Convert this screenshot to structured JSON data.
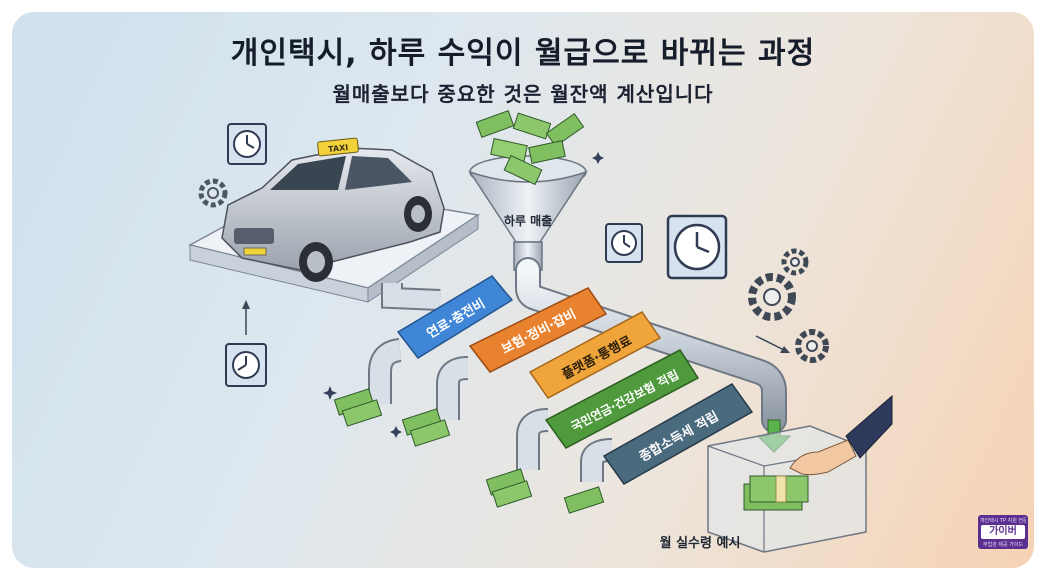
{
  "header": {
    "title": "개인택시, 하루 수익이 월급으로 바뀌는 과정",
    "subtitle": "월매출보다 중요한 것은 월잔액 계산입니다"
  },
  "taxi": {
    "roof_sign": "TAXI"
  },
  "funnel": {
    "label": "하루 매출"
  },
  "deductions": [
    {
      "label": "연료·충전비",
      "color": "#3f86d6"
    },
    {
      "label": "보험·정비·잡비",
      "color": "#e9822f"
    },
    {
      "label": "플랫폼·통행료",
      "color": "#f0a53a"
    },
    {
      "label": "국민연금·건강보험 적립",
      "color": "#4f9a3c"
    },
    {
      "label": "종합소득세 적립",
      "color": "#4a6a7e"
    }
  ],
  "result": {
    "label": "월 실수령 예시"
  },
  "badge": {
    "top": "개인택시 TP 지원 전문가",
    "name": "가이버",
    "bottom": "부업관 제공 가이드"
  },
  "icons": [
    "clock-icon",
    "gear-icon",
    "money-icon",
    "arrow-icon"
  ]
}
